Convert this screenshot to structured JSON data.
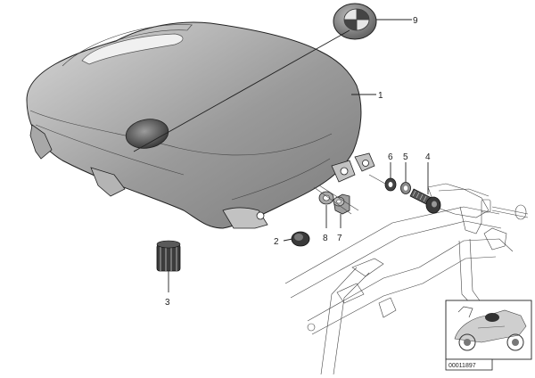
{
  "diagram": {
    "callouts": {
      "c1": "1",
      "c2": "2",
      "c3": "3",
      "c4": "4",
      "c5": "5",
      "c6": "6",
      "c7": "7",
      "c8": "8",
      "c9": "9"
    },
    "reference_number": "00011897"
  }
}
